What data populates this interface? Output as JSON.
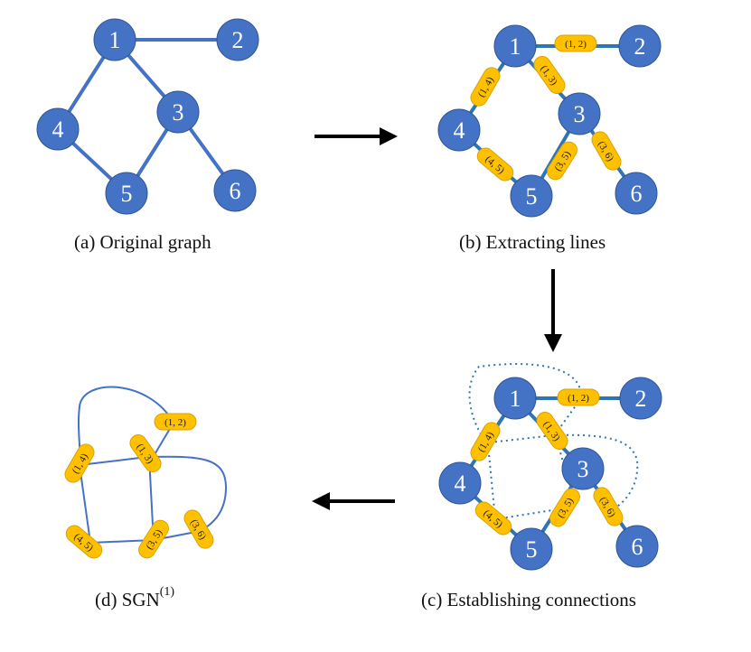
{
  "captions": {
    "a": "(a)  Original graph",
    "b": "(b) Extracting lines",
    "c": "(c)  Establishing connections",
    "d_main": "(d)  SGN",
    "d_sup": "(1)"
  },
  "nodes": [
    "1",
    "2",
    "3",
    "4",
    "5",
    "6"
  ],
  "edges": [
    {
      "id": "1-2",
      "from": "1",
      "to": "2",
      "label": "(1, 2)"
    },
    {
      "id": "1-4",
      "from": "1",
      "to": "4",
      "label": "(1, 4)"
    },
    {
      "id": "1-3",
      "from": "1",
      "to": "3",
      "label": "(1, 3)"
    },
    {
      "id": "4-5",
      "from": "4",
      "to": "5",
      "label": "(4, 5)"
    },
    {
      "id": "3-5",
      "from": "3",
      "to": "5",
      "label": "(3, 5)"
    },
    {
      "id": "3-6",
      "from": "3",
      "to": "6",
      "label": "(3, 6)"
    }
  ],
  "colors": {
    "node": "#4472c4",
    "node_stroke": "#2f5597",
    "edge_a": "#4472c4",
    "edge_bc": "#2e75b6",
    "pill": "#ffc000",
    "pill_stroke": "#d9a300",
    "arrow": "#000000"
  }
}
